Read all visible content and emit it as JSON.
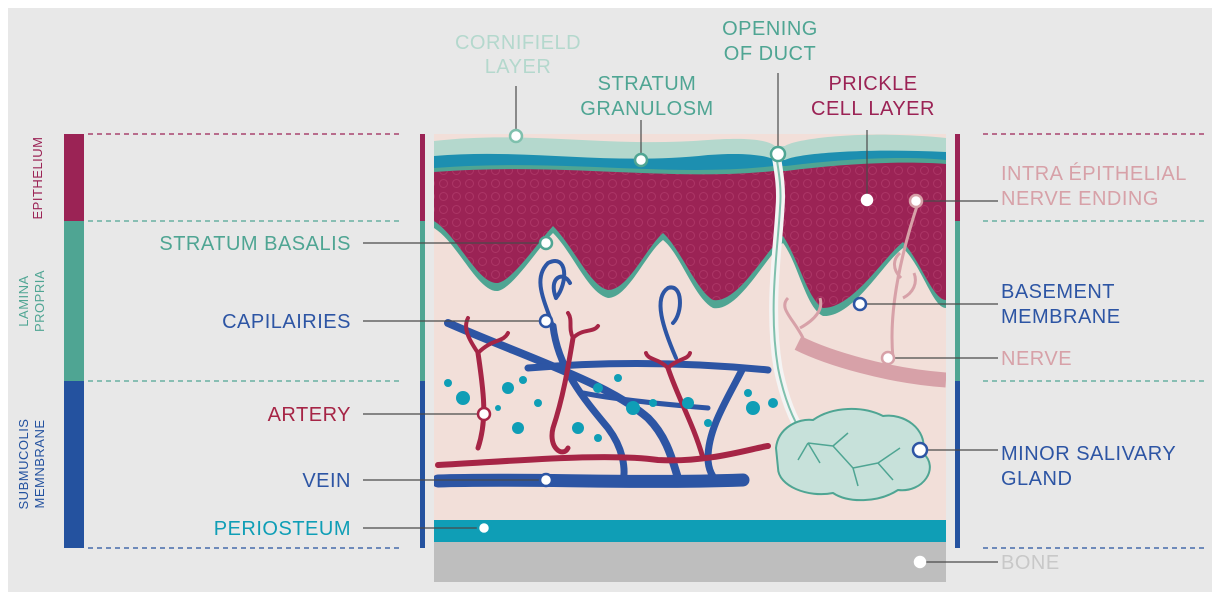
{
  "colors": {
    "background": "#e8e8e8",
    "epithelium": "#9b2355",
    "lamina": "#4fa593",
    "submucosa": "#24529f",
    "tissue": "#f2dfd9",
    "vein": "#2d55a4",
    "artery": "#a62546",
    "teal": "#0f9eb6",
    "nerve": "#d7a1a8",
    "bone": "#bebebe",
    "cornified": "#b4d8cd",
    "gland": "#c7e1da"
  },
  "layers": {
    "epithelium": "EPITHELIUM",
    "lamina": [
      "LAMINA",
      "PROPRIA"
    ],
    "submucosa": [
      "SUBMUCOLIS",
      "MEMNBRANE"
    ]
  },
  "labels": {
    "cornified": [
      "CORNIFIELD",
      "LAYER"
    ],
    "granulosum": [
      "STRATUM",
      "GRANULOSM"
    ],
    "duct": [
      "OPENING",
      "OF DUCT"
    ],
    "prickle": [
      "PRICKLE",
      "CELL LAYER"
    ],
    "intra_nerve": [
      "INTRA ÉPITHELIAL",
      "NERVE ENDING"
    ],
    "basalis": "STRATUM BASALIS",
    "capillaries": "CAPILAIRIES",
    "basement": [
      "BASEMENT",
      "MEMBRANE"
    ],
    "nerve": "NERVE",
    "artery": "ARTERY",
    "vein": "VEIN",
    "salivary": [
      "MINOR SALIVARY",
      "GLAND"
    ],
    "periosteum": "PERIOSTEUM",
    "bone": "BONE"
  }
}
